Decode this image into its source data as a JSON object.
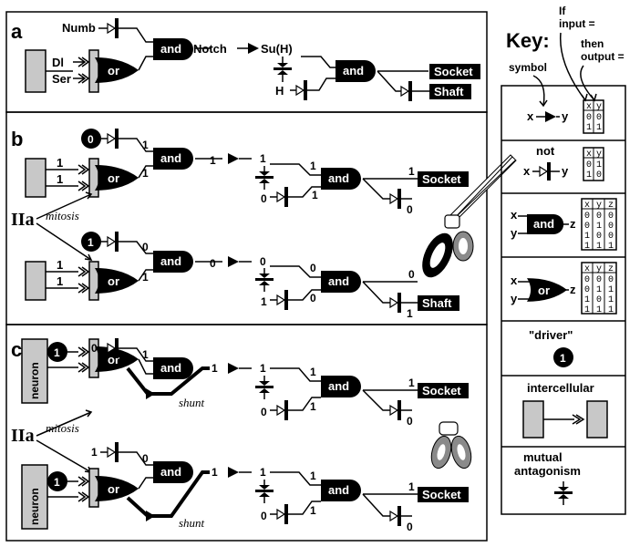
{
  "panels": {
    "a": "a",
    "b": "b",
    "c": "c"
  },
  "gates": {
    "and": "and",
    "or": "or"
  },
  "signals": {
    "numb": "Numb",
    "notch": "Notch",
    "su_h": "Su(H)",
    "h": "H",
    "dl": "Dl",
    "ser": "Ser",
    "socket": "Socket",
    "shaft": "Shaft",
    "mitosis": "mitosis",
    "iia": "IIa",
    "neuron": "neuron",
    "shunt": "shunt"
  },
  "values": {
    "zero": "0",
    "one": "1"
  },
  "key": {
    "title": "Key:",
    "if_input": "If input =",
    "then_output": "then output =",
    "symbol": "symbol",
    "not": "not",
    "driver": "\"driver\"",
    "driver_value": "1",
    "intercellular": "intercellular",
    "mutual_antagonism": "mutual antagonism",
    "x": "x",
    "y": "y",
    "z": "z",
    "symbol_table": {
      "header": [
        "x",
        "y"
      ],
      "rows": [
        [
          "0",
          "0"
        ],
        [
          "1",
          "1"
        ]
      ]
    },
    "not_table": {
      "header": [
        "x",
        "y"
      ],
      "rows": [
        [
          "0",
          "1"
        ],
        [
          "1",
          "0"
        ]
      ]
    },
    "and_table": {
      "header": [
        "x",
        "y",
        "z"
      ],
      "rows": [
        [
          "0",
          "0",
          "0"
        ],
        [
          "0",
          "1",
          "0"
        ],
        [
          "1",
          "0",
          "0"
        ],
        [
          "1",
          "1",
          "1"
        ]
      ]
    },
    "or_table": {
      "header": [
        "x",
        "y",
        "z"
      ],
      "rows": [
        [
          "0",
          "0",
          "0"
        ],
        [
          "0",
          "1",
          "1"
        ],
        [
          "1",
          "0",
          "1"
        ],
        [
          "1",
          "1",
          "1"
        ]
      ]
    }
  },
  "colors": {
    "cell_fill": "#c8c8c8",
    "black": "#000000",
    "scissors_gray": "#8a8a8a"
  }
}
